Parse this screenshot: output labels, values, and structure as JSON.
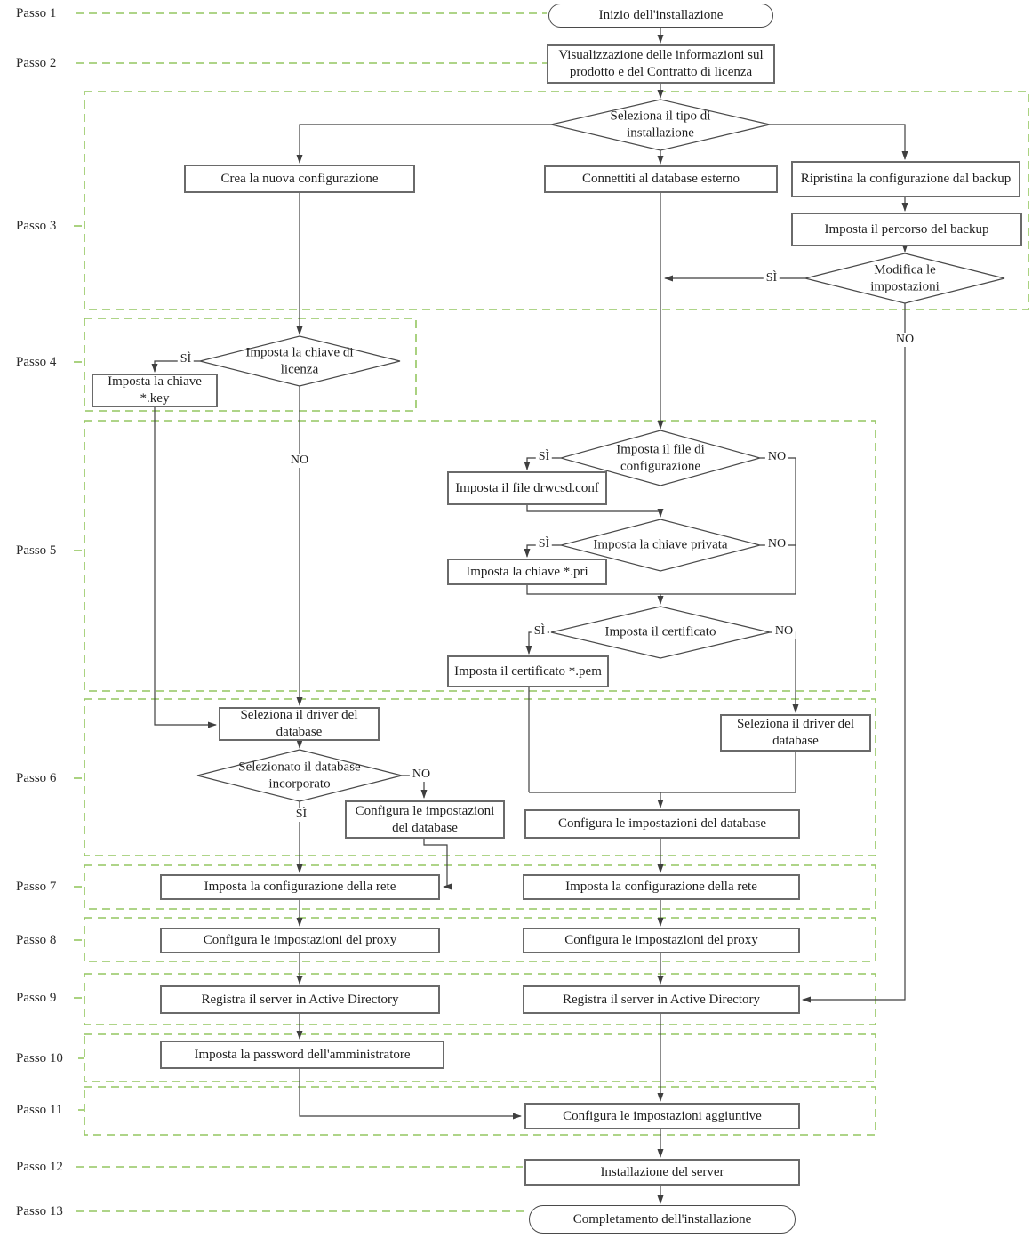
{
  "flowchart": {
    "steps": [
      "Passo 1",
      "Passo 2",
      "Passo 3",
      "Passo 4",
      "Passo 5",
      "Passo 6",
      "Passo 7",
      "Passo 8",
      "Passo 9",
      "Passo 10",
      "Passo 11",
      "Passo 12",
      "Passo 13"
    ],
    "branch": {
      "yes": "SÌ",
      "no": "NO"
    },
    "nodes": {
      "start": "Inizio dell'installazione",
      "product_info": "Visualizzazione delle informazioni sul prodotto e del Contratto di licenza",
      "install_type_q": "Seleziona il tipo di installazione",
      "create_config": "Crea la nuova configurazione",
      "connect_external_db": "Connettiti al database esterno",
      "restore_backup": "Ripristina la configurazione dal backup",
      "backup_path": "Imposta il percorso del backup",
      "modify_settings_q": "Modifica le impostazioni",
      "license_key_q": "Imposta la chiave di licenza",
      "license_key": "Imposta la chiave *.key",
      "config_file_q": "Imposta il file di configurazione",
      "config_file": "Imposta il file drwcsd.conf",
      "private_key_q": "Imposta la chiave privata",
      "private_key": "Imposta la chiave *.pri",
      "certificate_q": "Imposta il certificato",
      "certificate": "Imposta il certificato *.pem",
      "select_db_driver": "Seleziona il driver del database",
      "embedded_db_q": "Selezionato il database incorporato",
      "db_settings": "Configura le impostazioni del database",
      "network_config": "Imposta la configurazione della rete",
      "proxy_settings": "Configura le impostazioni del proxy",
      "register_ad": "Registra il server in Active Directory",
      "admin_password": "Imposta la password dell'amministratore",
      "additional_settings": "Configura le impostazioni aggiuntive",
      "server_install": "Installazione del server",
      "complete": "Completamento dell'installazione"
    },
    "colors": {
      "group_dash_green": "#94c661",
      "flow_line": "#3f3f3f",
      "box_border": "#6a6a6a",
      "text": "#1f1f1f",
      "background": "#ffffff"
    }
  }
}
